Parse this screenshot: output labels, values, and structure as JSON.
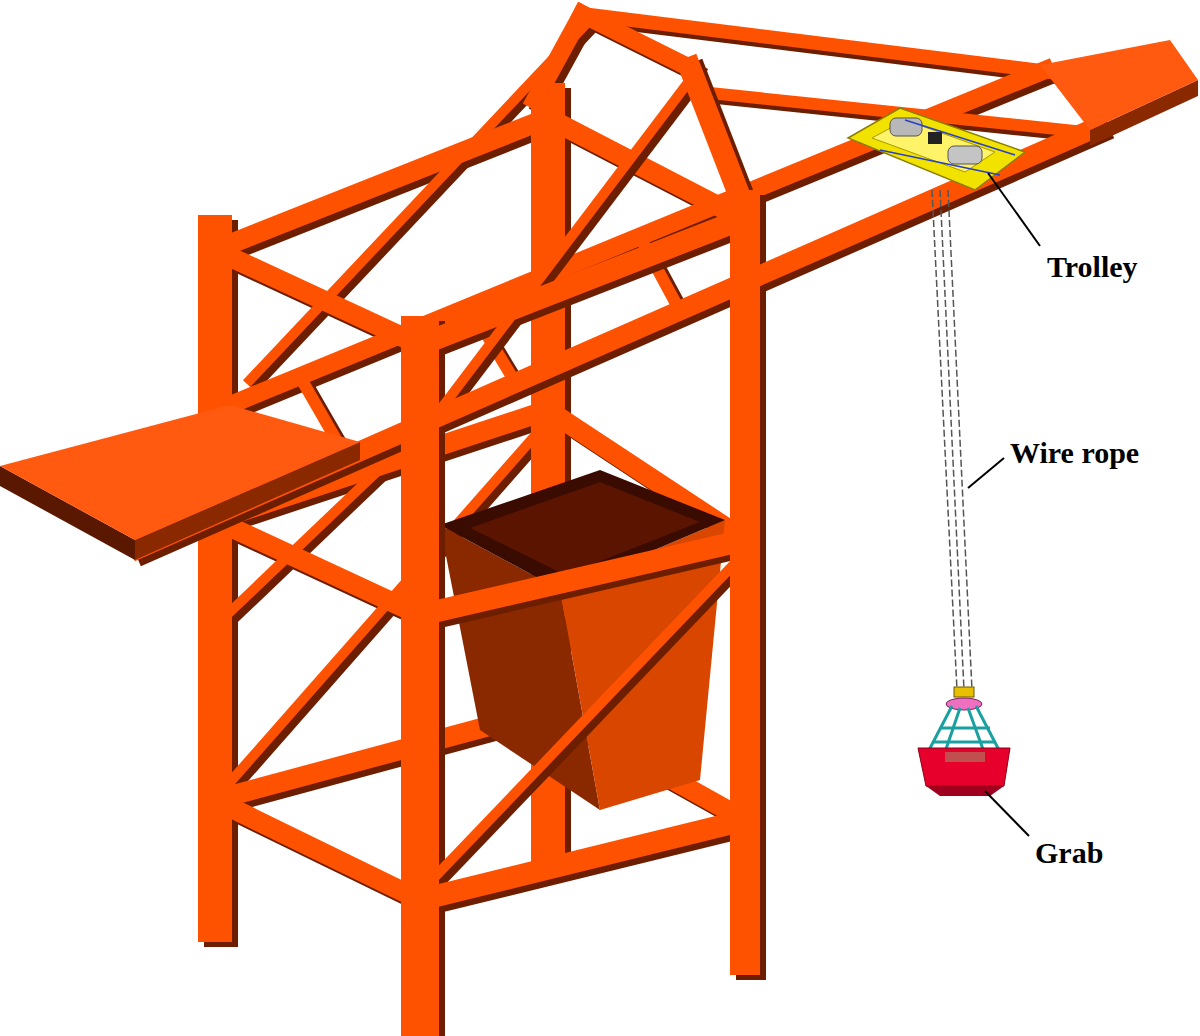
{
  "diagram": {
    "labels": [
      "Trolley",
      "Wire rope",
      "Grab"
    ]
  }
}
